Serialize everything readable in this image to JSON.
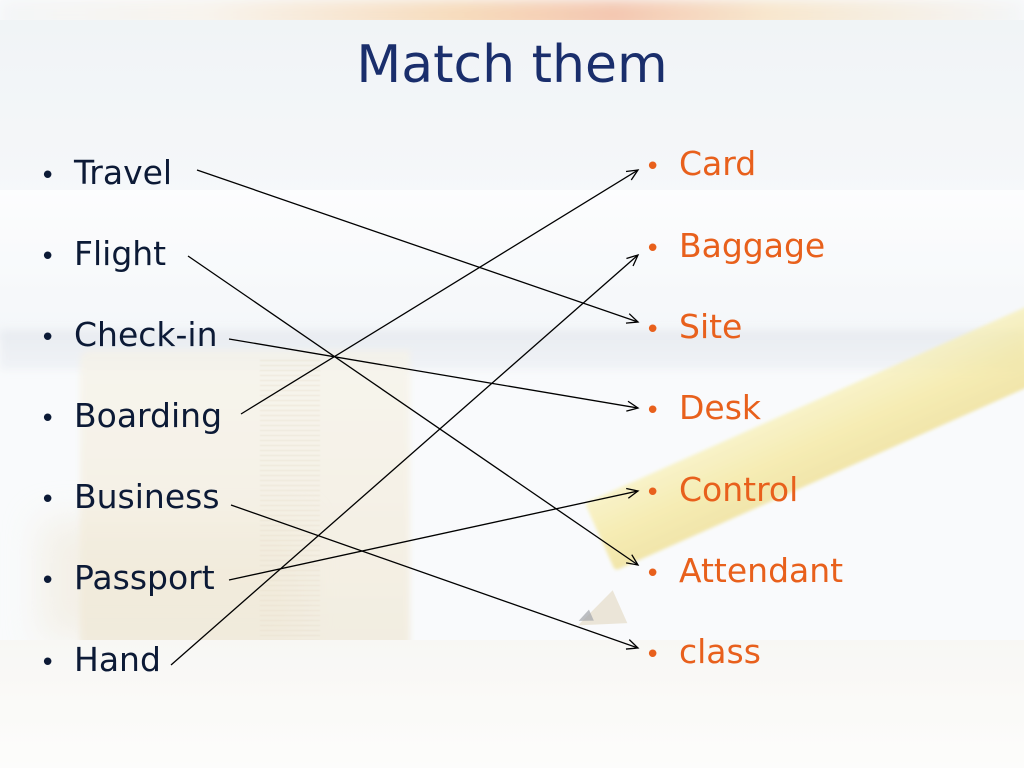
{
  "slide": {
    "title": "Match them"
  },
  "left_items": [
    {
      "label": "Travel"
    },
    {
      "label": "Flight"
    },
    {
      "label": "Check-in"
    },
    {
      "label": "Boarding"
    },
    {
      "label": "Business"
    },
    {
      "label": "Passport"
    },
    {
      "label": "Hand"
    }
  ],
  "right_items": [
    {
      "label": "Card"
    },
    {
      "label": "Baggage"
    },
    {
      "label": "Site"
    },
    {
      "label": "Desk"
    },
    {
      "label": "Control"
    },
    {
      "label": "Attendant"
    },
    {
      "label": "class"
    }
  ],
  "bullet_char": "•",
  "matches": [
    {
      "left": "Travel",
      "right": "Site"
    },
    {
      "left": "Flight",
      "right": "Attendant"
    },
    {
      "left": "Check-in",
      "right": "Desk"
    },
    {
      "left": "Boarding",
      "right": "Card"
    },
    {
      "left": "Business",
      "right": "class"
    },
    {
      "left": "Passport",
      "right": "Control"
    },
    {
      "left": "Hand",
      "right": "Baggage"
    }
  ],
  "colors": {
    "title": "#1a2e6c",
    "left_text": "#0c1a36",
    "right_text": "#e8601c",
    "connector": "#000000"
  }
}
